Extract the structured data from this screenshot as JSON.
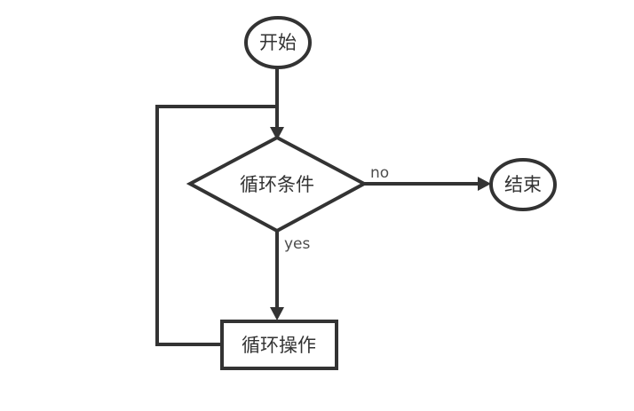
{
  "diagram": {
    "type": "flowchart",
    "nodes": [
      {
        "id": "start",
        "shape": "ellipse",
        "label": "开始"
      },
      {
        "id": "loop-condition",
        "shape": "diamond",
        "label": "循环条件"
      },
      {
        "id": "end",
        "shape": "ellipse",
        "label": "结束"
      },
      {
        "id": "loop-operation",
        "shape": "rectangle",
        "label": "循环操作"
      }
    ],
    "edges": [
      {
        "from": "start",
        "to": "loop-condition",
        "label": ""
      },
      {
        "from": "loop-condition",
        "to": "end",
        "label": "no"
      },
      {
        "from": "loop-condition",
        "to": "loop-operation",
        "label": "yes"
      },
      {
        "from": "loop-operation",
        "to": "loop-condition",
        "label": ""
      }
    ],
    "colors": {
      "stroke": "#333333",
      "text": "#333333",
      "edge_label": "#4d4d4d",
      "background": "#ffffff"
    }
  }
}
